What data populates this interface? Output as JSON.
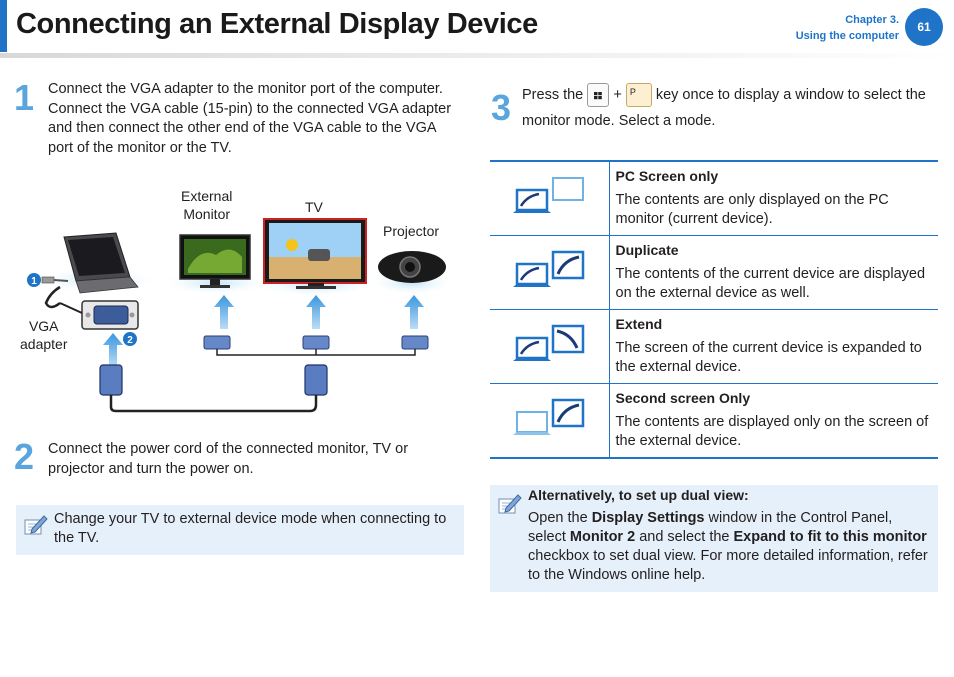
{
  "header": {
    "title": "Connecting an External Display Device",
    "chapter_line1": "Chapter 3.",
    "chapter_line2": "Using the computer",
    "page_number": "61"
  },
  "step1": {
    "number": "1",
    "text": "Connect the VGA adapter to the monitor port of the computer. Connect the VGA cable (15-pin) to the connected VGA adapter and then connect the other end of the VGA cable to the VGA port of the monitor or the TV."
  },
  "illustration": {
    "label_external_monitor": "External\nMonitor",
    "label_tv": "TV",
    "label_projector": "Projector",
    "label_vga_adapter": "VGA\nadapter",
    "marker_1": "1",
    "marker_2": "2"
  },
  "step2": {
    "number": "2",
    "text": "Connect the power cord of the connected monitor, TV or projector and turn the power on."
  },
  "note_tv": {
    "text": "Change your TV to external device mode when connecting to the TV."
  },
  "step3": {
    "number": "3",
    "text_before": "Press the",
    "plus": "+",
    "key_letter": "P",
    "text_after": "key once to display a window to select the monitor mode. Select a mode."
  },
  "modes": [
    {
      "name": "PC Screen only",
      "desc": "The contents are only displayed on the PC monitor (current device).",
      "icon": "pc-screen-only-icon"
    },
    {
      "name": "Duplicate",
      "desc": "The contents of the current device are displayed on the external device as well.",
      "icon": "duplicate-icon"
    },
    {
      "name": "Extend",
      "desc": "The screen of the current device is expanded to the external device.",
      "icon": "extend-icon"
    },
    {
      "name": "Second screen Only",
      "desc": "The contents are displayed only on the screen of the external device.",
      "icon": "second-screen-only-icon"
    }
  ],
  "note_dual": {
    "heading": "Alternatively, to set up dual view:",
    "t1": "Open the ",
    "b1": "Display Settings",
    "t2": " window in the Control Panel, select ",
    "b2": "Monitor 2",
    "t3": " and select the ",
    "b3": "Expand to fit to this monitor",
    "t4": " checkbox to set dual view. For more detailed information, refer to the Windows online help."
  },
  "colors": {
    "accent": "#1f74c7",
    "step_number": "#5aa5dd",
    "note_bg": "#e6f0fa"
  }
}
